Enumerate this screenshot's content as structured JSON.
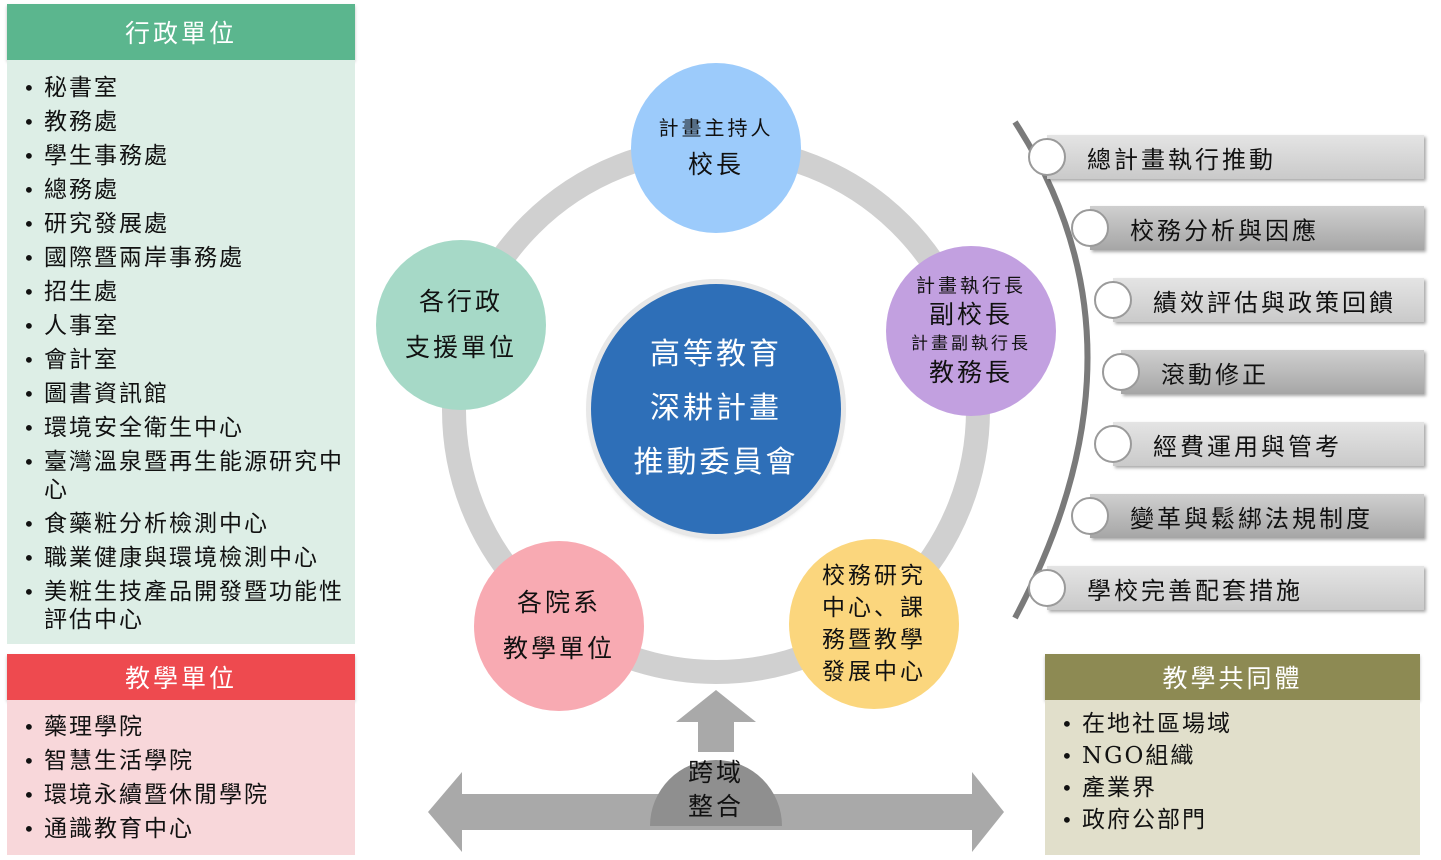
{
  "admin_units": {
    "title": "行政單位",
    "items": [
      "秘書室",
      "教務處",
      "學生事務處",
      "總務處",
      "研究發展處",
      "國際暨兩岸事務處",
      "招生處",
      "人事室",
      "會計室",
      "圖書資訊館",
      "環境安全衛生中心",
      "臺灣溫泉暨再生能源研究中心",
      "食藥粧分析檢測中心",
      "職業健康與環境檢測中心",
      "美粧生技產品開發暨功能性評估中心"
    ]
  },
  "teaching_units": {
    "title": "教學單位",
    "items": [
      "藥理學院",
      "智慧生活學院",
      "環境永續暨休閒學院",
      "通識教育中心"
    ]
  },
  "teaching_community": {
    "title": "教學共同體",
    "items": [
      "在地社區場域",
      "NGO組織",
      "產業界",
      "政府公部門"
    ]
  },
  "center": {
    "lines": [
      "高等教育",
      "深耕計畫",
      "推動委員會"
    ]
  },
  "nodes": {
    "president": {
      "role": "計畫主持人",
      "name": "校長"
    },
    "vice": {
      "role1": "計畫執行長",
      "name1": "副校長",
      "role2": "計畫副執行長",
      "name2": "教務長"
    },
    "research": {
      "lines": [
        "校務研究",
        "中心、課",
        "務暨教學",
        "發展中心"
      ]
    },
    "colleges": {
      "lines": [
        "各院系",
        "教學單位"
      ]
    },
    "admin": {
      "lines": [
        "各行政",
        "支援單位"
      ]
    }
  },
  "steps": [
    "總計畫執行推動",
    "校務分析與因應",
    "績效評估與政策回饋",
    "滾動修正",
    "經費運用與管考",
    "變革與鬆綁法規制度",
    "學校完善配套措施"
  ],
  "cross": {
    "lines": [
      "跨域",
      "整合"
    ]
  },
  "colors": {
    "admin": "#5bb68e",
    "teach": "#ee4a4f",
    "community": "#8d8a53",
    "center": "#2e6fb8",
    "president": "#9ccbfb",
    "vice": "#c2a0e0",
    "research": "#fbd67d",
    "colleges": "#f8aab2",
    "admin_circle": "#a6d9c7"
  }
}
